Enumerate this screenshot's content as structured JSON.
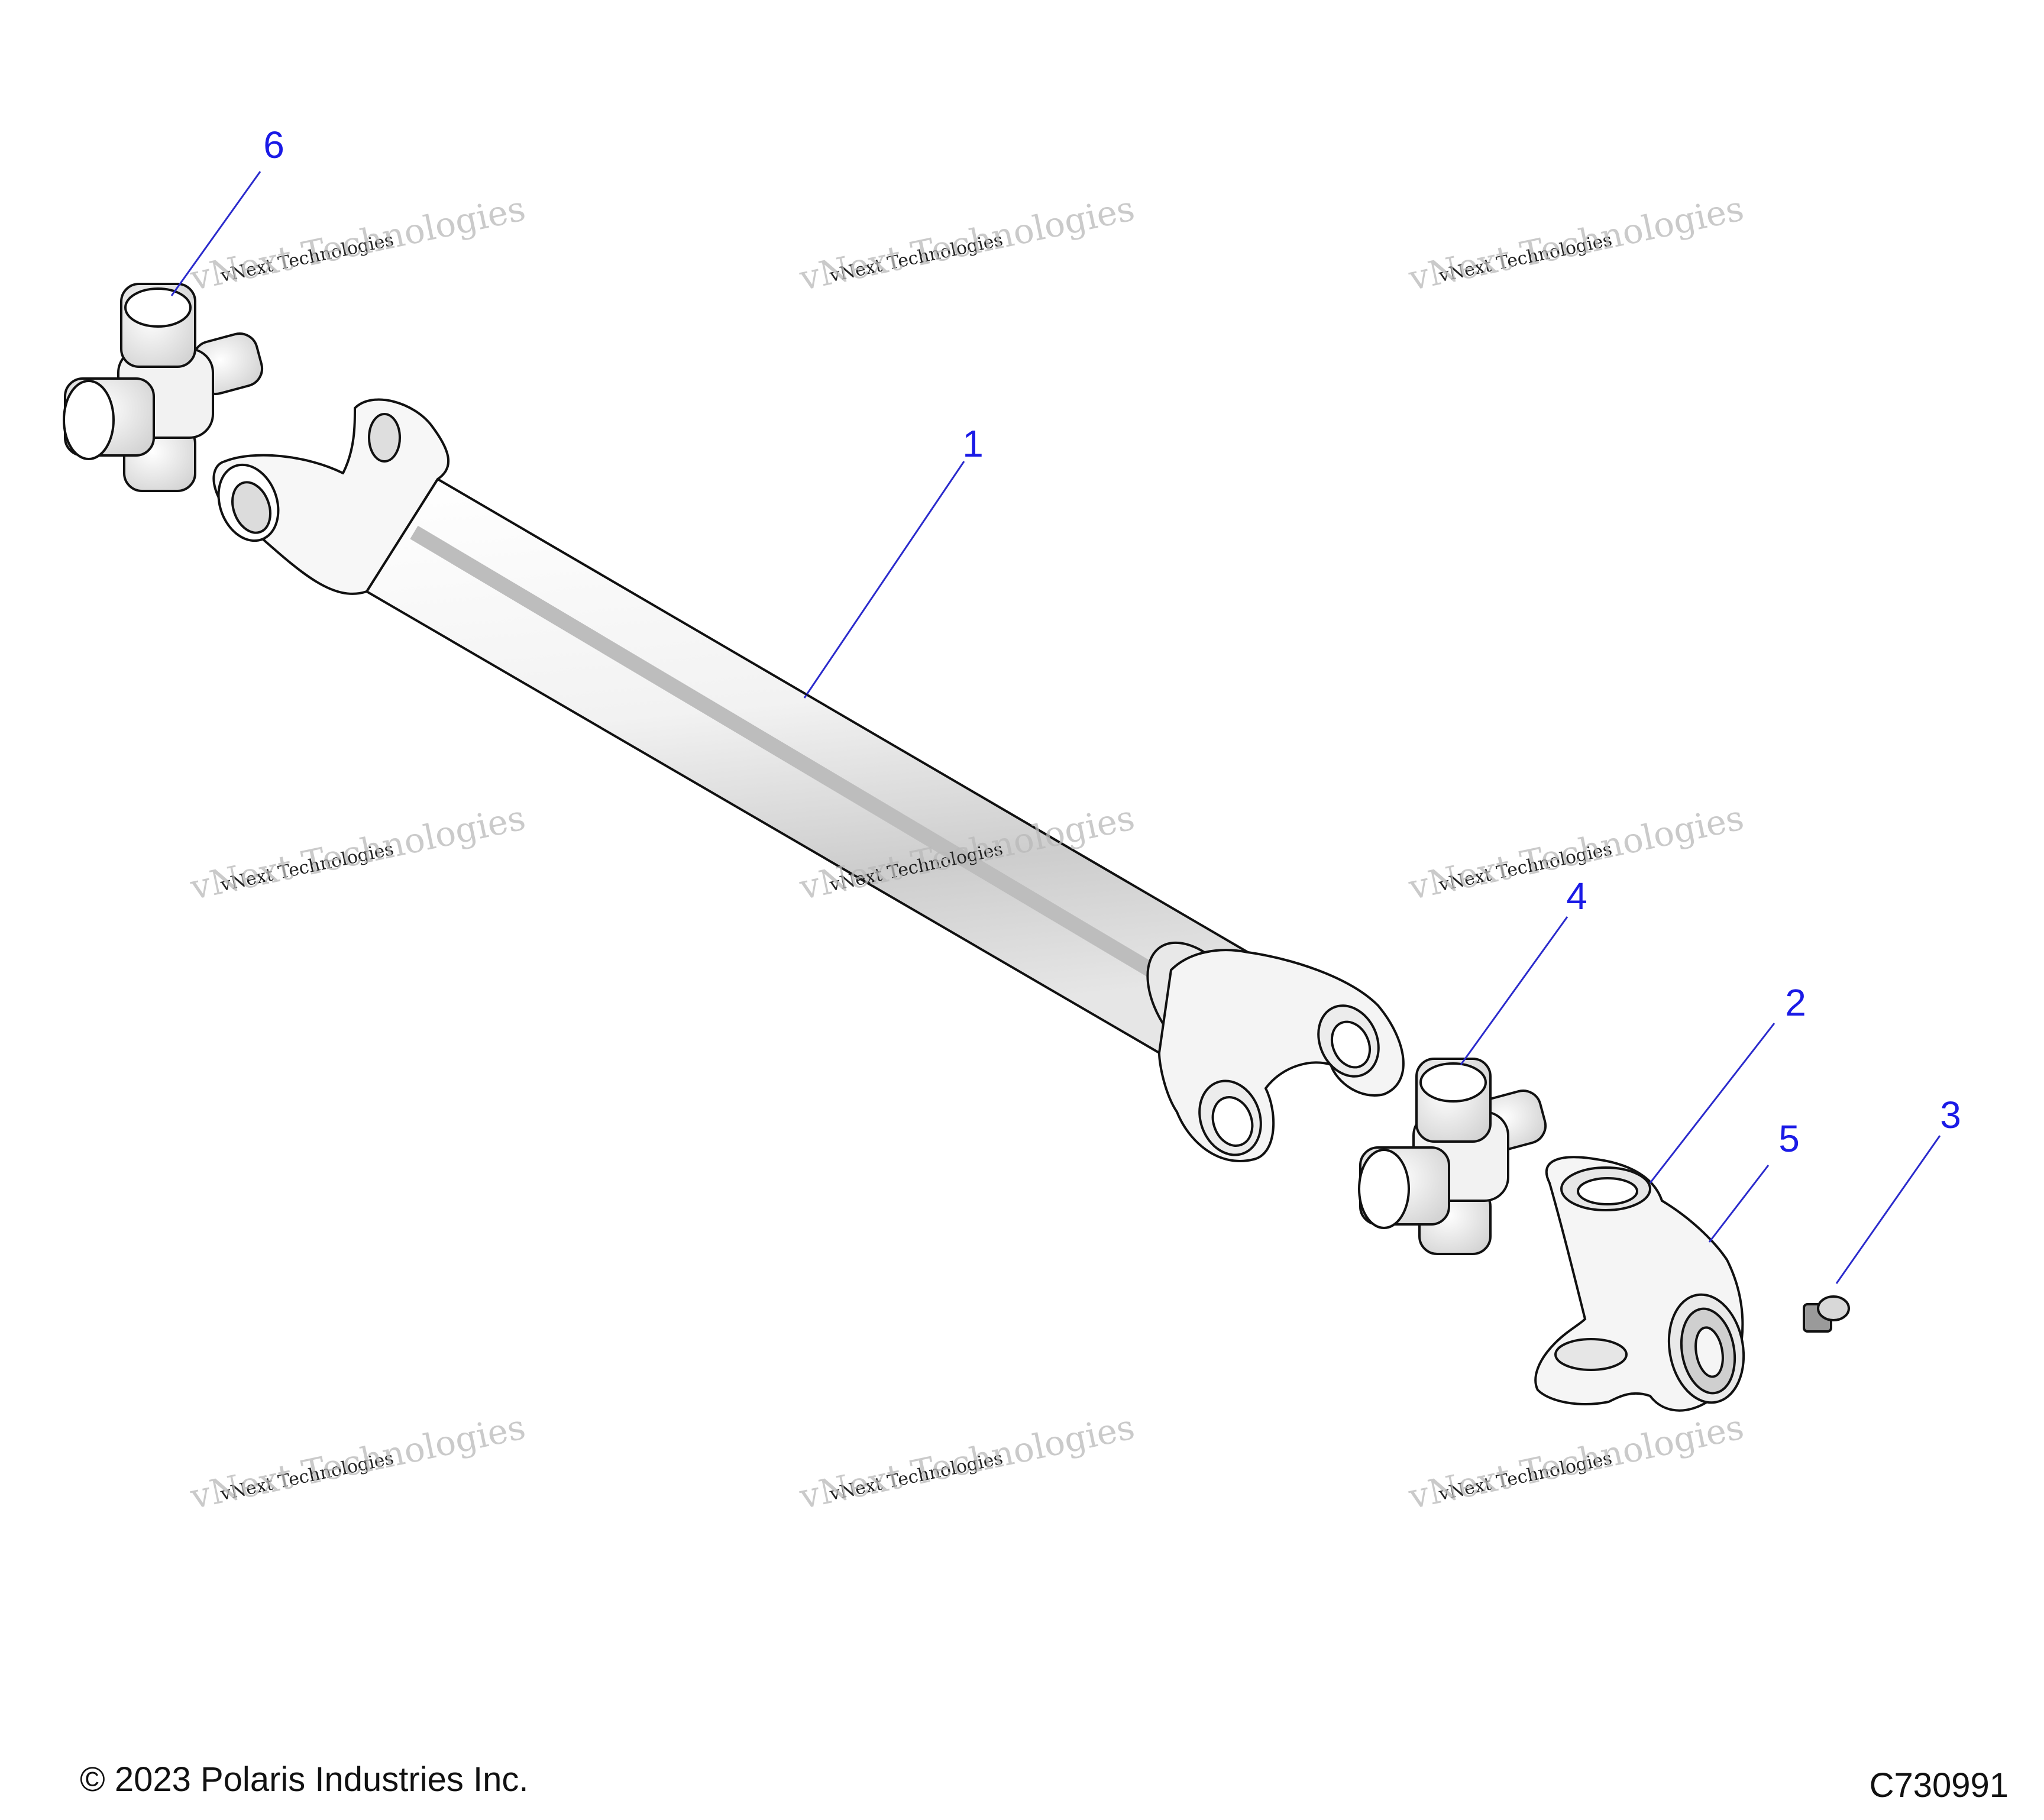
{
  "diagram": {
    "callouts": [
      {
        "id": "1",
        "label": "1"
      },
      {
        "id": "2",
        "label": "2"
      },
      {
        "id": "3",
        "label": "3"
      },
      {
        "id": "4",
        "label": "4"
      },
      {
        "id": "5",
        "label": "5"
      },
      {
        "id": "6",
        "label": "6"
      }
    ]
  },
  "watermark": {
    "line1": "vNext Technologies",
    "line2": "vNext Technologies"
  },
  "footer": {
    "copyright": "© 2023 Polaris Industries Inc.",
    "drawing_number": "C730991"
  },
  "colors": {
    "callout": "#1a1ae6",
    "leader": "#2a2acc",
    "outline": "#111111",
    "shade": "#cfcfcf"
  }
}
